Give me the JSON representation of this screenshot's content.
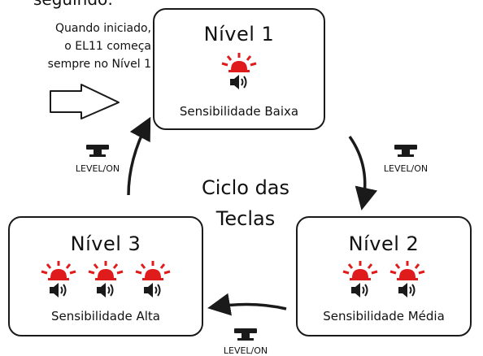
{
  "top_text": "seguindo:",
  "intro_lines": [
    "Quando iniciado,",
    "o EL11 começa",
    "sempre no Nível 1"
  ],
  "cycle_label": [
    "Ciclo das",
    "Teclas"
  ],
  "key_label": "LEVEL/ON",
  "levels": [
    {
      "title": "Nível 1",
      "sensitivity": "Sensibilidade Baixa",
      "sirens": 1
    },
    {
      "title": "Nível 2",
      "sensitivity": "Sensibilidade Média",
      "sirens": 2
    },
    {
      "title": "Nível 3",
      "sensitivity": "Sensibilidade Alta",
      "sirens": 3
    }
  ],
  "colors": {
    "siren": "#e01b1b",
    "line": "#1a1a1a"
  },
  "icons": {
    "siren": "siren-icon",
    "speaker": "speaker-icon",
    "key": "key-button-icon",
    "start": "hollow-arrow-icon"
  }
}
